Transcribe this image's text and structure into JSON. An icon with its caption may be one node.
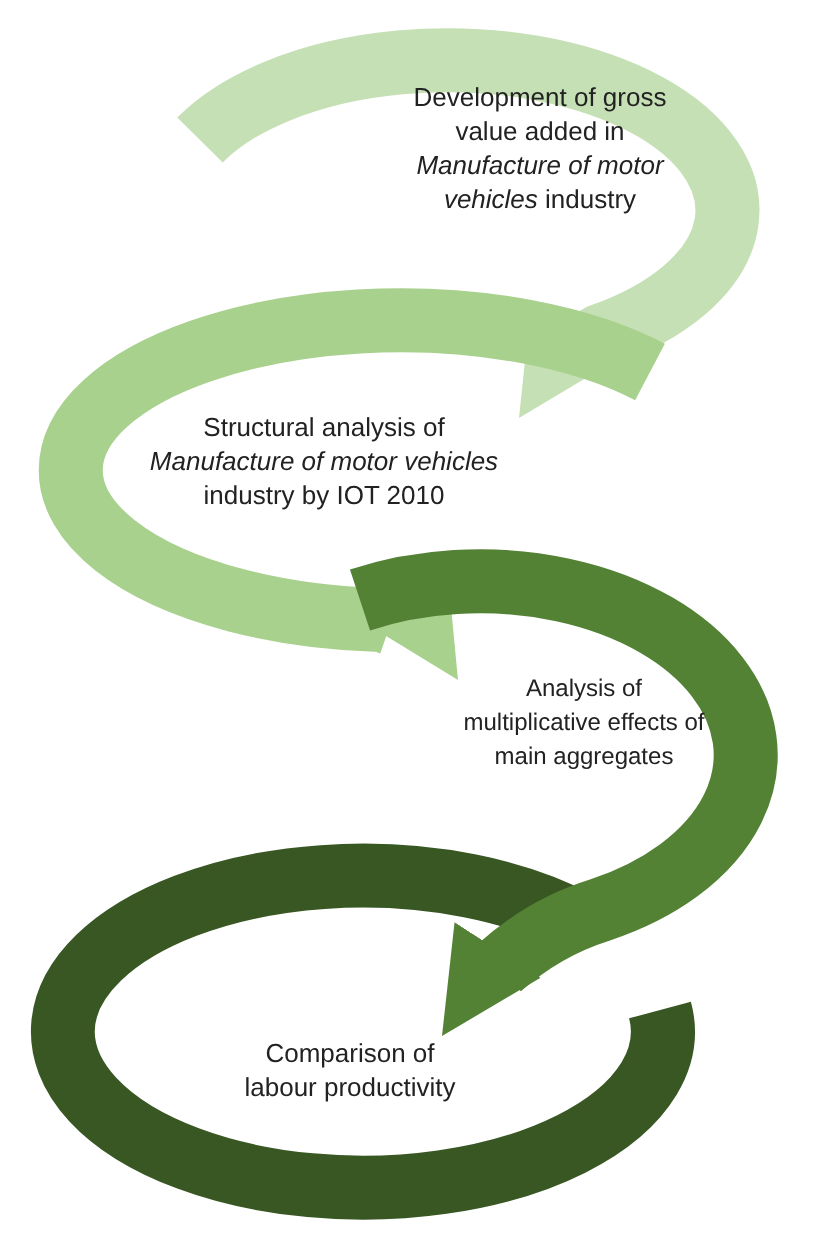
{
  "diagram": {
    "nodes": [
      {
        "text": [
          "Development of gross value added in *Manufacture of motor vehicles* industry"
        ]
      },
      {
        "text": [
          "Structural analysis of *Manufacture of motor vehicles*  industry by IOT 2010"
        ]
      },
      {
        "text": [
          "Analysis of multiplicative effects of main aggregates"
        ]
      },
      {
        "text": [
          "Comparison of labour productivity"
        ]
      }
    ],
    "edges": [
      {
        "from": 0,
        "to": 1,
        "arrow": "to",
        "color": "#c5e0b4"
      },
      {
        "from": 1,
        "to": 2,
        "arrow": "to",
        "color": "#a9d18e"
      },
      {
        "from": 2,
        "to": 3,
        "arrow": "to",
        "color": "#548235"
      }
    ]
  }
}
